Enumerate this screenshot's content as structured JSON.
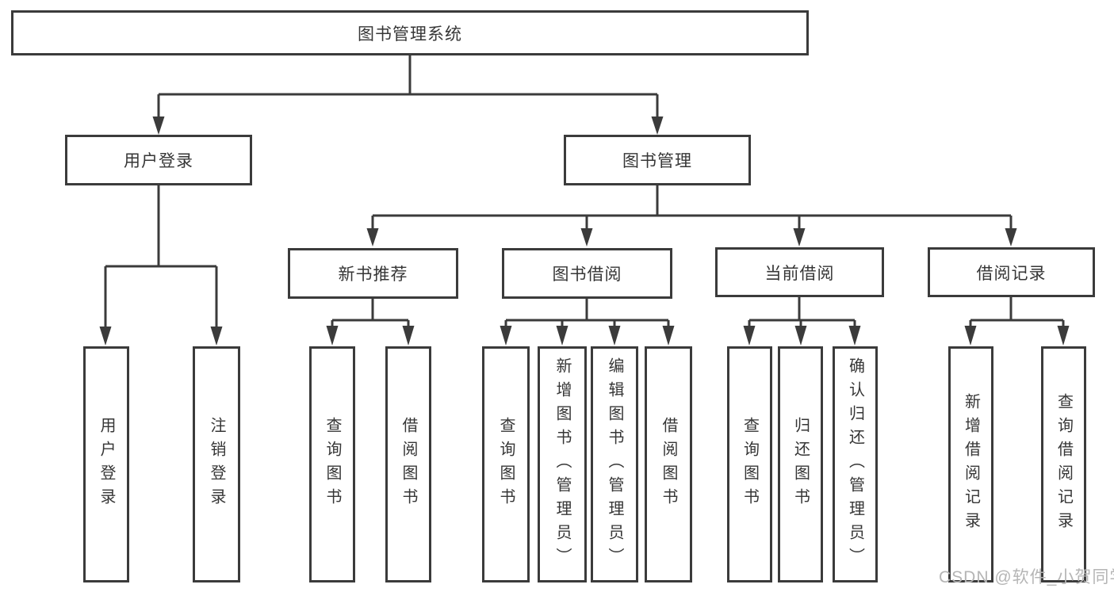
{
  "diagram": {
    "root": {
      "label": "图书管理系统"
    },
    "level2": {
      "login": {
        "label": "用户登录"
      },
      "management": {
        "label": "图书管理"
      }
    },
    "level3": {
      "new_books": {
        "label": "新书推荐"
      },
      "book_borrow": {
        "label": "图书借阅"
      },
      "current_borrow": {
        "label": "当前借阅"
      },
      "borrow_records": {
        "label": "借阅记录"
      }
    },
    "leaves": {
      "login": [
        "用户登录",
        "注销登录"
      ],
      "new_books": [
        "查询图书",
        "借阅图书"
      ],
      "book_borrow": [
        "查询图书",
        "新增图书（管理员）",
        "编辑图书（管理员）",
        "借阅图书"
      ],
      "current_borrow": [
        "查询图书",
        "归还图书",
        "确认归还（管理员）"
      ],
      "borrow_records": [
        "新增借阅记录",
        "查询借阅记录"
      ]
    }
  },
  "watermark": {
    "text": "CSDN @软件_小贺同学",
    "color": "#b5b5b5"
  },
  "colors": {
    "line": "#3b3b3b",
    "text": "#363636",
    "background": "#ffffff",
    "box_fill": "#ffffff"
  }
}
